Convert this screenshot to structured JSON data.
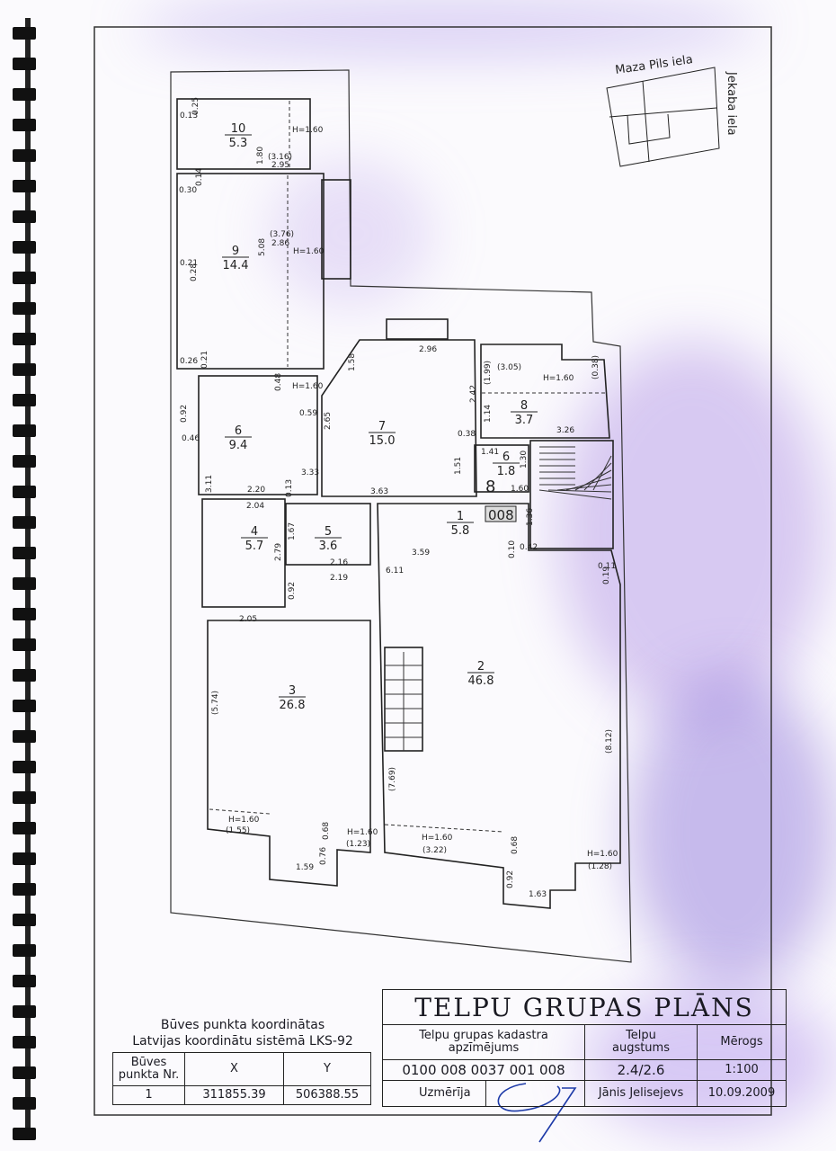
{
  "document": {
    "title": "TELPU GRUPAS PLĀNS",
    "locator": {
      "street_top": "Maza Pils iela",
      "street_right": "Jekaba iela"
    },
    "plan": {
      "rooms": [
        {
          "number": "10",
          "area": "5.3"
        },
        {
          "number": "9",
          "area": "14.4"
        },
        {
          "number": "6",
          "area": "9.4"
        },
        {
          "number": "7",
          "area": "15.0"
        },
        {
          "number": "8",
          "area": "3.7"
        },
        {
          "number": "6",
          "area": "1.8"
        },
        {
          "number": "4",
          "area": "5.7"
        },
        {
          "number": "5",
          "area": "3.6"
        },
        {
          "number": "1",
          "area": "5.8"
        },
        {
          "number": "3",
          "area": "26.8"
        },
        {
          "number": "2",
          "area": "46.8"
        }
      ],
      "group_marker": {
        "floor": "8",
        "code": "008"
      },
      "dimensions": [
        "0.13",
        "0.25",
        "H=1.60",
        "1.80",
        "(3.16)",
        "2.95",
        "0.30",
        "0.14",
        "(3.76)",
        "2.86",
        "5.08",
        "H=1.60",
        "0.21",
        "0.28",
        "0.26",
        "0.21",
        "1.58",
        "2.96",
        "(3.05)",
        "(1.99)",
        "H=1.60",
        "(0.38)",
        "2.42",
        "1.14",
        "3.26",
        "0.38",
        "0.48",
        "H=1.60",
        "0.59",
        "0.92",
        "0.46",
        "2.65",
        "1.51",
        "1.41",
        "1.30",
        "1.60",
        "3.33",
        "3.11",
        "2.20",
        "0.13",
        "3.63",
        "2.04",
        "1.67",
        "2.79",
        "2.16",
        "2.19",
        "0.92",
        "2.05",
        "1.36",
        "0.42",
        "0.10",
        "3.59",
        "6.11",
        "0.11",
        "0.19",
        "(5.74)",
        "(7.69)",
        "(8.12)",
        "H=1.60",
        "(1.55)",
        "0.68",
        "H=1.60",
        "(1.23)",
        "0.76",
        "1.59",
        "H=1.60",
        "(3.22)",
        "0.68",
        "0.92",
        "1.63",
        "H=1.60",
        "(1.28)"
      ]
    },
    "coordinates": {
      "heading_line1": "Būves punkta koordinātas",
      "heading_line2": "Latvijas koordinātu sistēmā LKS-92",
      "col_nr": "Būves punkta Nr.",
      "col_x": "X",
      "col_y": "Y",
      "rows": [
        {
          "nr": "1",
          "x": "311855.39",
          "y": "506388.55"
        }
      ]
    },
    "title_block": {
      "cadastre_label": "Telpu grupas kadastra apzīmējums",
      "height_label": "Telpu augstums",
      "scale_label": "Mērogs",
      "cadastre_value": "0100 008 0037 001 008",
      "height_value": "2.4/2.6",
      "scale_value": "1:100",
      "measured_label": "Uzmērīja",
      "surveyor": "Jānis Jelisejevs",
      "date": "10.09.2009"
    }
  }
}
